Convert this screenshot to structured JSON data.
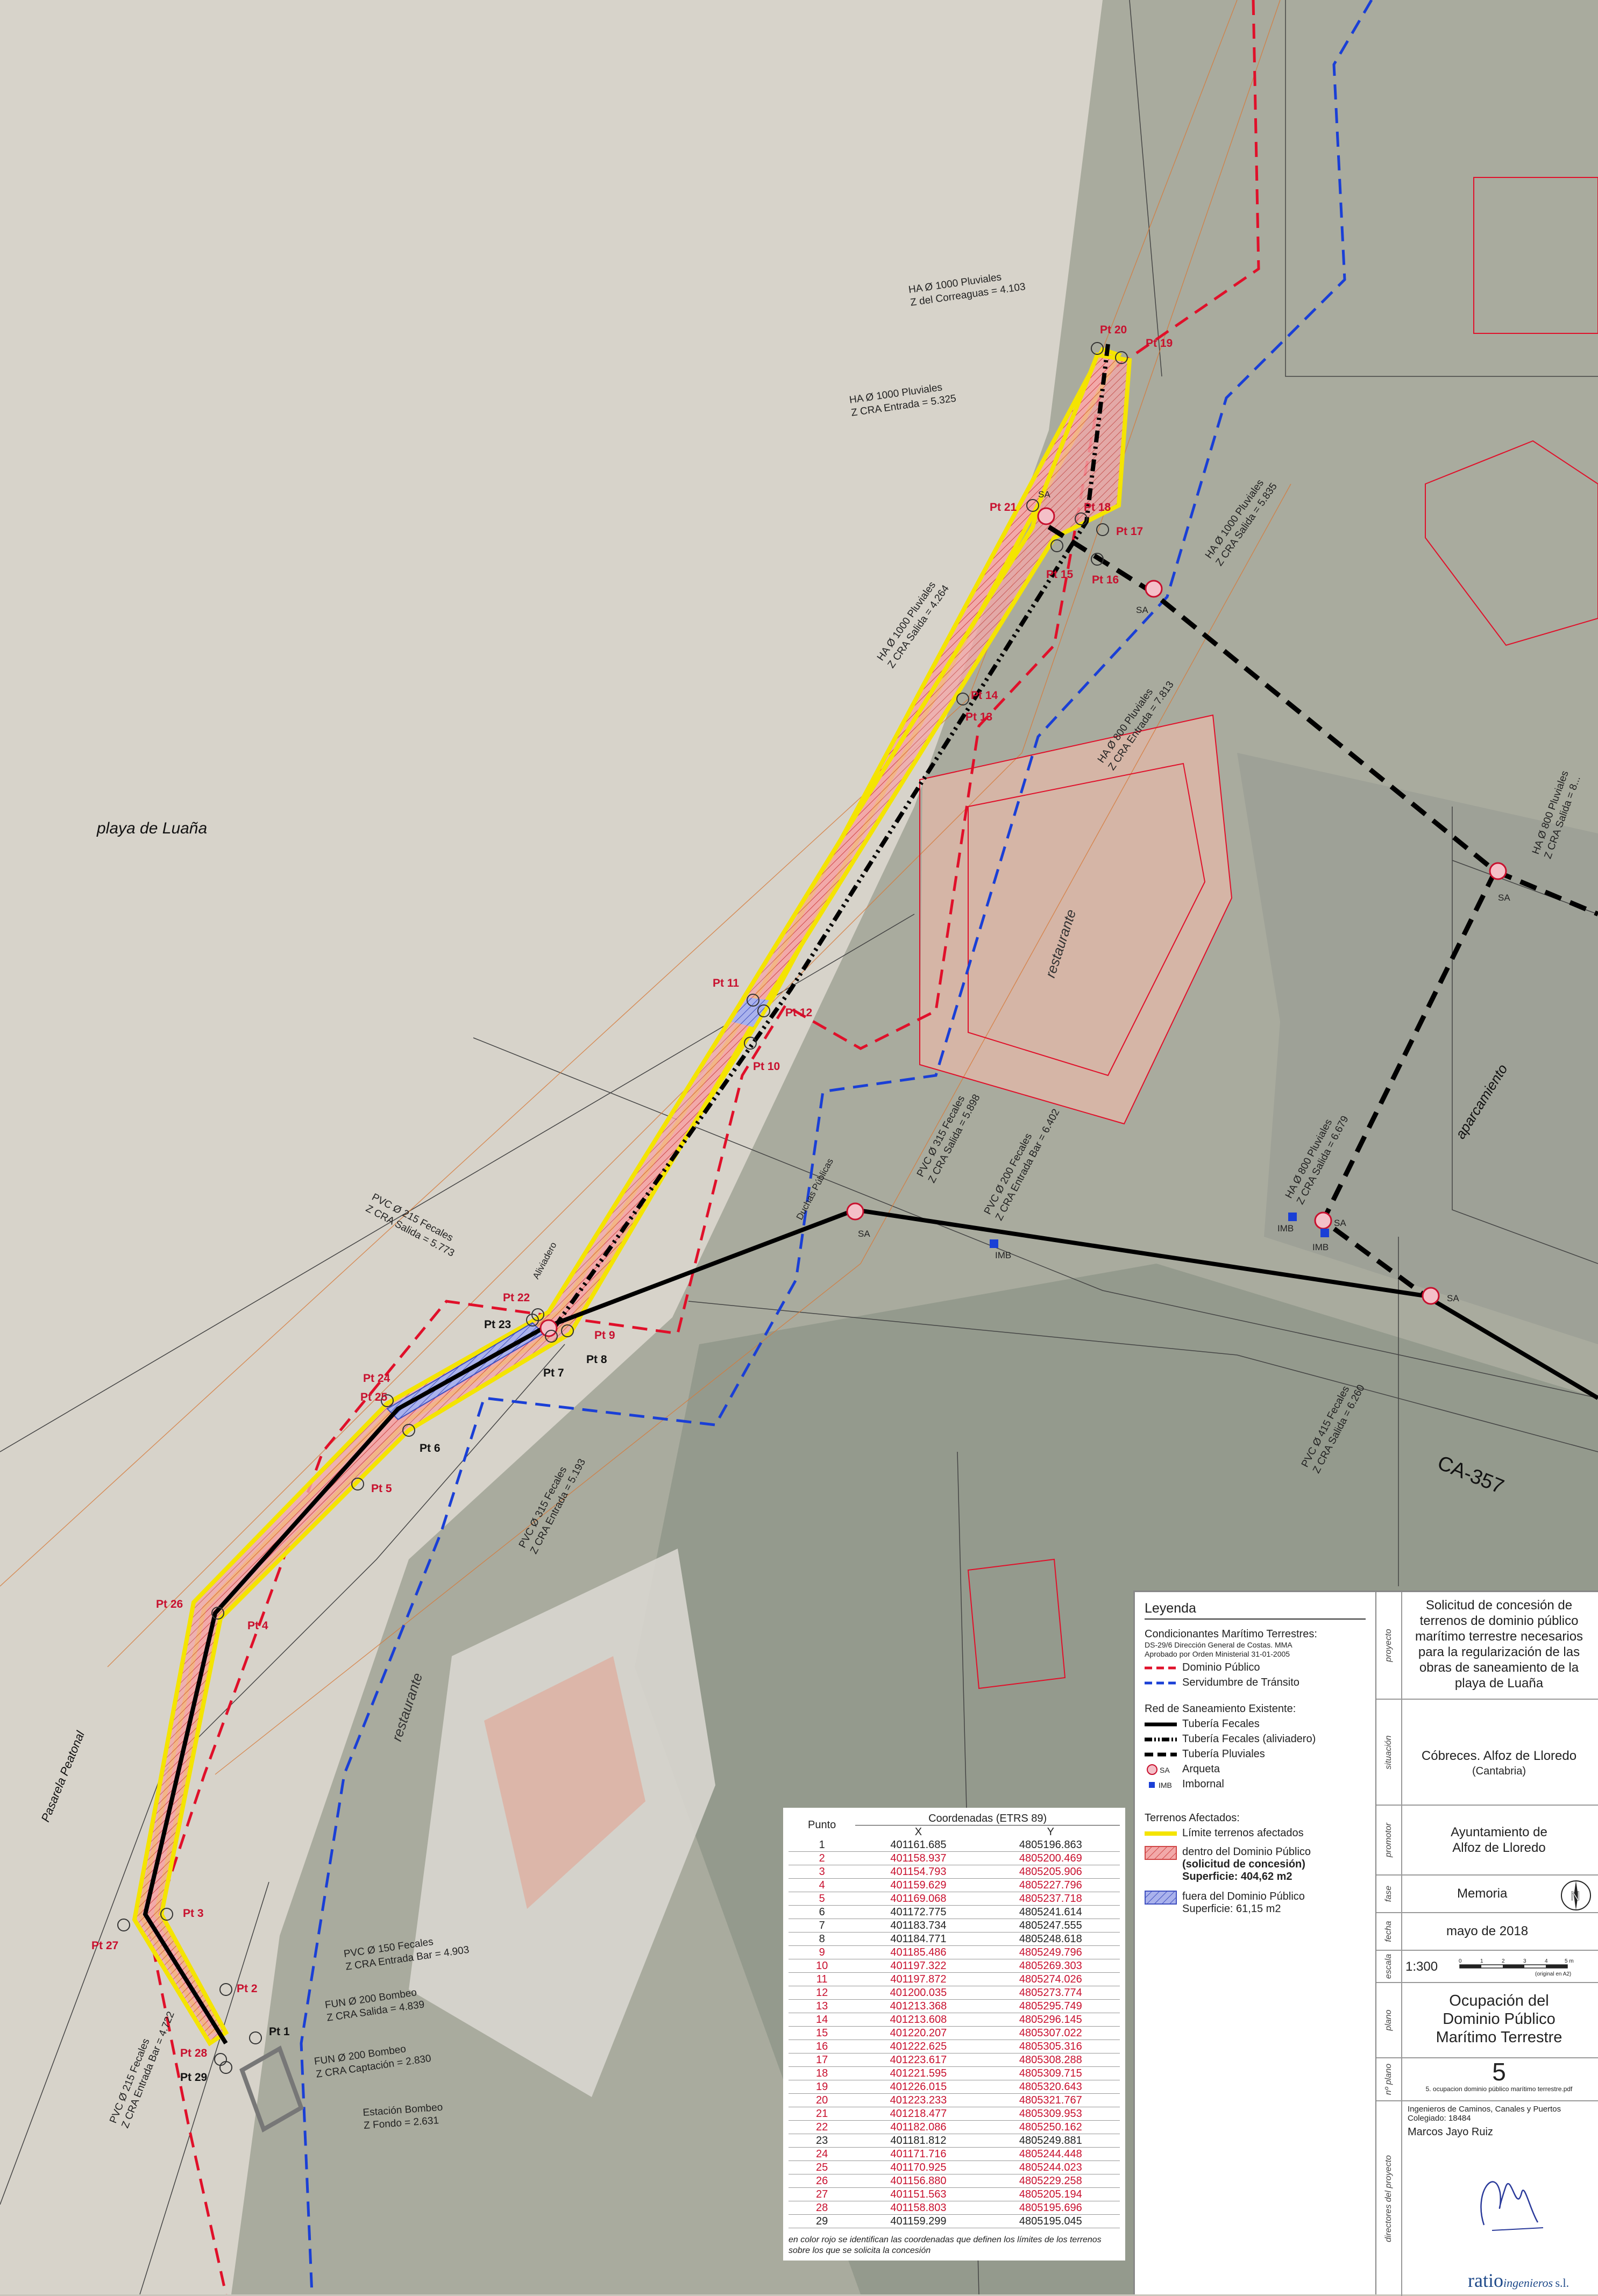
{
  "map": {
    "beach_label": "playa de Luaña",
    "restaurant_label": "restaurante",
    "parking_label": "aparcamiento",
    "road_label": "CA-357",
    "walkway_label": "Pasarela Peatonal",
    "pump_station": {
      "line1": "Estación Bombeo",
      "line2": "Z Fondo = 2.631"
    },
    "annotations": [
      {
        "id": "a1",
        "line1": "HA Ø 1000 Pluviales",
        "line2": "Z del Correaguas = 4.103"
      },
      {
        "id": "a2",
        "line1": "HA Ø 1000 Pluviales",
        "line2": "Z CRA Entrada = 5.325"
      },
      {
        "id": "a3",
        "line1": "HA Ø 1000 Pluviales",
        "line2": "Z CRA Salida = 5.835"
      },
      {
        "id": "a4",
        "line1": "HA Ø 1000 Pluviales",
        "line2": "Z CRA Salida = 4.264"
      },
      {
        "id": "a5",
        "line1": "HA Ø 800 Pluviales",
        "line2": "Z CRA Entrada = 7.813"
      },
      {
        "id": "a6",
        "line1": "HA Ø 800 Pluviales",
        "line2": "Z CRA Salida = 8..."
      },
      {
        "id": "a7",
        "line1": "HA Ø 800 Pluviales",
        "line2": "Z CRA Salida = 6.679"
      },
      {
        "id": "a8",
        "line1": "PVC Ø 315 Fecales",
        "line2": "Z CRA Salida = 5.898"
      },
      {
        "id": "a9",
        "line1": "PVC Ø 200 Fecales",
        "line2": "Z CRA Entrada Bar = 6.402"
      },
      {
        "id": "a10",
        "line1": "PVC Ø 215 Fecales",
        "line2": "Z CRA Salida = 5.773"
      },
      {
        "id": "a11",
        "line1": "PVC Ø 315 Fecales",
        "line2": "Z CRA Entrada = 5.193"
      },
      {
        "id": "a12",
        "line1": "PVC Ø 415 Fecales",
        "line2": "Z CRA Salida = 6.260"
      },
      {
        "id": "a13",
        "line1": "PVC Ø 150 Fecales",
        "line2": "Z CRA Entrada Bar = 4.903"
      },
      {
        "id": "a14",
        "line1": "FUN Ø 200 Bombeo",
        "line2": "Z CRA Salida = 4.839"
      },
      {
        "id": "a15",
        "line1": "FUN Ø 200 Bombeo",
        "line2": "Z CRA Captación = 2.830"
      },
      {
        "id": "a16",
        "line1": "PVC Ø 215 Fecales",
        "line2": "Z CRA Entrada Bar = 4.722"
      }
    ],
    "small_labels": {
      "aliviadero": "Aliviadero",
      "duchas": "Duchas Públicas",
      "sa": "SA",
      "imb": "IMB"
    },
    "points": [
      "Pt 1",
      "Pt 2",
      "Pt 3",
      "Pt 4",
      "Pt 5",
      "Pt 6",
      "Pt 7",
      "Pt 8",
      "Pt 9",
      "Pt 10",
      "Pt 11",
      "Pt 12",
      "Pt 13",
      "Pt 14",
      "Pt 15",
      "Pt 16",
      "Pt 17",
      "Pt 18",
      "Pt 19",
      "Pt 20",
      "Pt 21",
      "Pt 22",
      "Pt 23",
      "Pt 24",
      "Pt 25",
      "Pt 26",
      "Pt 27",
      "Pt 28",
      "Pt 29"
    ]
  },
  "colors": {
    "dominio": "#e0102a",
    "servidumbre": "#1a3fd6",
    "afectados": "#f4e400",
    "dentro": "#f2a9a9",
    "fuera": "#9aa4e6",
    "fecales": "#000000"
  },
  "legend": {
    "title": "Leyenda",
    "cond_title": "Condicionantes Marítimo Terrestres:",
    "cond_note1": "DS-29/6 Dirección General de Costas. MMA",
    "cond_note2": "Aprobado por Orden Ministerial 31-01-2005",
    "dominio": "Dominio Público",
    "servidumbre": "Servidumbre de Tránsito",
    "red_title": "Red de Saneamiento Existente:",
    "fecales": "Tubería Fecales",
    "aliviadero": "Tubería Fecales (aliviadero)",
    "pluviales": "Tubería Pluviales",
    "arqueta": "Arqueta",
    "imbornal": "Imbornal",
    "terrenos_title": "Terrenos Afectados:",
    "limite": "Límite terrenos afectados",
    "dentro1": "dentro del Dominio Público",
    "dentro2": "(solicitud de concesión)",
    "dentro3": "Superficie: 404,62 m2",
    "fuera1": "fuera del Dominio Público",
    "fuera2": "Superficie: 61,15 m2"
  },
  "titleblock": {
    "side_situacion": "situación",
    "side_proyecto": "proyecto",
    "proyecto_text": "Solicitud de concesión de terrenos de dominio público marítimo terrestre necesarios para la regularización de las obras de saneamiento de la playa de Luaña",
    "situacion_text": "Cóbreces. Alfoz de Lloredo",
    "situacion_sub": "(Cantabria)",
    "side_promotor": "promotor",
    "promotor_line1": "Ayuntamiento de",
    "promotor_line2": "Alfoz de Lloredo",
    "side_fase": "fase",
    "fase": "Memoria",
    "side_fecha": "fecha",
    "fecha": "mayo de 2018",
    "north": "N",
    "side_escala": "escala",
    "escala": "1:300",
    "scale_note": "(original en A2)",
    "scale_ticks": [
      "0",
      "1",
      "2",
      "3",
      "4",
      "5 m"
    ],
    "side_plano": "plano",
    "plano_line1": "Ocupación del",
    "plano_line2": "Dominio Público",
    "plano_line3": "Marítimo Terrestre",
    "side_nplano": "nº plano",
    "nplano": "5",
    "file": "5. ocupacion dominio público marítimo terrestre.pdf",
    "side_directores": "directores del proyecto",
    "firm_line1": "Ingenieros de Caminos, Canales y Puertos",
    "firm_line2": "Colegiado: 18484",
    "engineer": "Marcos Jayo Ruiz",
    "logo_main": "ratio",
    "logo_sub": "ingenieros",
    "logo_suffix": "s.l."
  },
  "coords": {
    "title": "Coordenadas (ETRS 89)",
    "col_punto": "Punto",
    "col_x": "X",
    "col_y": "Y",
    "rows": [
      {
        "p": "1",
        "x": "401161.685",
        "y": "4805196.863",
        "red": false
      },
      {
        "p": "2",
        "x": "401158.937",
        "y": "4805200.469",
        "red": true
      },
      {
        "p": "3",
        "x": "401154.793",
        "y": "4805205.906",
        "red": true
      },
      {
        "p": "4",
        "x": "401159.629",
        "y": "4805227.796",
        "red": true
      },
      {
        "p": "5",
        "x": "401169.068",
        "y": "4805237.718",
        "red": true
      },
      {
        "p": "6",
        "x": "401172.775",
        "y": "4805241.614",
        "red": false
      },
      {
        "p": "7",
        "x": "401183.734",
        "y": "4805247.555",
        "red": false
      },
      {
        "p": "8",
        "x": "401184.771",
        "y": "4805248.618",
        "red": false
      },
      {
        "p": "9",
        "x": "401185.486",
        "y": "4805249.796",
        "red": true
      },
      {
        "p": "10",
        "x": "401197.322",
        "y": "4805269.303",
        "red": true
      },
      {
        "p": "11",
        "x": "401197.872",
        "y": "4805274.026",
        "red": true
      },
      {
        "p": "12",
        "x": "401200.035",
        "y": "4805273.774",
        "red": true
      },
      {
        "p": "13",
        "x": "401213.368",
        "y": "4805295.749",
        "red": true
      },
      {
        "p": "14",
        "x": "401213.608",
        "y": "4805296.145",
        "red": true
      },
      {
        "p": "15",
        "x": "401220.207",
        "y": "4805307.022",
        "red": true
      },
      {
        "p": "16",
        "x": "401222.625",
        "y": "4805305.316",
        "red": true
      },
      {
        "p": "17",
        "x": "401223.617",
        "y": "4805308.288",
        "red": true
      },
      {
        "p": "18",
        "x": "401221.595",
        "y": "4805309.715",
        "red": true
      },
      {
        "p": "19",
        "x": "401226.015",
        "y": "4805320.643",
        "red": true
      },
      {
        "p": "20",
        "x": "401223.233",
        "y": "4805321.767",
        "red": true
      },
      {
        "p": "21",
        "x": "401218.477",
        "y": "4805309.953",
        "red": true
      },
      {
        "p": "22",
        "x": "401182.086",
        "y": "4805250.162",
        "red": true
      },
      {
        "p": "23",
        "x": "401181.812",
        "y": "4805249.881",
        "red": false
      },
      {
        "p": "24",
        "x": "401171.716",
        "y": "4805244.448",
        "red": true
      },
      {
        "p": "25",
        "x": "401170.925",
        "y": "4805244.023",
        "red": true
      },
      {
        "p": "26",
        "x": "401156.880",
        "y": "4805229.258",
        "red": true
      },
      {
        "p": "27",
        "x": "401151.563",
        "y": "4805205.194",
        "red": true
      },
      {
        "p": "28",
        "x": "401158.803",
        "y": "4805195.696",
        "red": true
      },
      {
        "p": "29",
        "x": "401159.299",
        "y": "4805195.045",
        "red": false
      }
    ],
    "note": "en color rojo se identifican las coordenadas que definen los límites de los terrenos sobre los que se solicita la concesión"
  }
}
